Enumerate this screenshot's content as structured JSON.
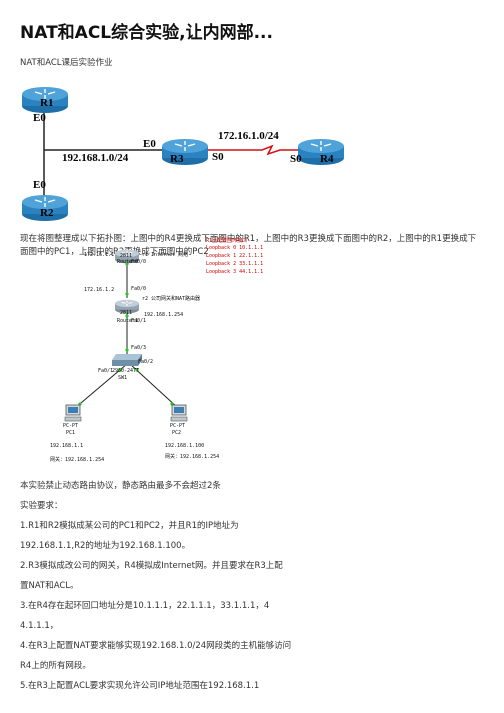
{
  "page": {
    "title": "NAT和ACL综合实验,让内网部...",
    "subtitle": "NAT和ACL课后实验作业"
  },
  "diagram1": {
    "r1": "R1",
    "r2": "R2",
    "r3": "R3",
    "r4": "R4",
    "r1_e0": "E0",
    "r2_e0": "E0",
    "r3_e0": "E0",
    "r3_s0": "S0",
    "r4_s0": "S0",
    "net_lan": "192.168.1.0/24",
    "net_wan": "172.16.1.0/24"
  },
  "replace_text": "现在将图整理成以下拓扑图：上图中的R4更换成下面图中的R1，上图中的R3更换成下面图中的R2，上图中的R1更换成下面图中的PC1，上图中的R2更换成下面图中的PC2",
  "diagram2": {
    "r1_ip": "172.16.1.1",
    "r1_model": "2811",
    "r1_name": "Router0",
    "r1_port": "Fa0/0",
    "r1_desc": "r1 Internet 网络",
    "loop_title": "R1上配置回环接口",
    "loopbacks": [
      "Loopback 0 10.1.1.1",
      "Loopback 1 22.1.1.1",
      "Loopback 2 33.1.1.1",
      "Loopback 3 44.1.1.1"
    ],
    "r2_ip_up": "172.16.1.2",
    "r2_port_up": "Fa0/0",
    "r2_model": "2811",
    "r2_name": "Router1",
    "r2_port_down": "Fa0/1",
    "r2_desc": "r2 公司网关和NAT路由器",
    "r2_ip_down": "192.168.1.254",
    "sw_port_up": "Fa0/3",
    "sw_port_left": "Fa0/1",
    "sw_port_right": "Fa0/2",
    "sw_model": "2960-24TT",
    "sw_name": "SW1",
    "pc1_type": "PC-PT",
    "pc1_name": "PC1",
    "pc1_ip": "192.168.1.1",
    "pc1_gw": "网关：192.168.1.254",
    "pc2_type": "PC-PT",
    "pc2_name": "PC2",
    "pc2_ip": "192.168.1.100",
    "pc2_gw": "网关：192.168.1.254"
  },
  "body": [
    "本实验禁止动态路由协议，静态路由最多不会超过2条",
    "实验要求：",
    "1.R1和R2模拟成某公司的PC1和PC2，并且R1的IP地址为",
    "192.168.1.1,R2的地址为192.168.1.100。",
    "2.R3模拟成改公司的网关，R4模拟成Internet网。并且要求在R3上配",
    "置NAT和ACL。",
    "3.在R4存在起环回口地址分是10.1.1.1，22.1.1.1，33.1.1.1，4",
    "4.1.1.1，",
    "4.在R3上配置NAT要求能够实现192.168.1.0/24网段类的主机能够访问",
    "R4上的所有网段。",
    "5.在R3上配置ACL要求实现允许公司IP地址范围在192.168.1.1"
  ]
}
